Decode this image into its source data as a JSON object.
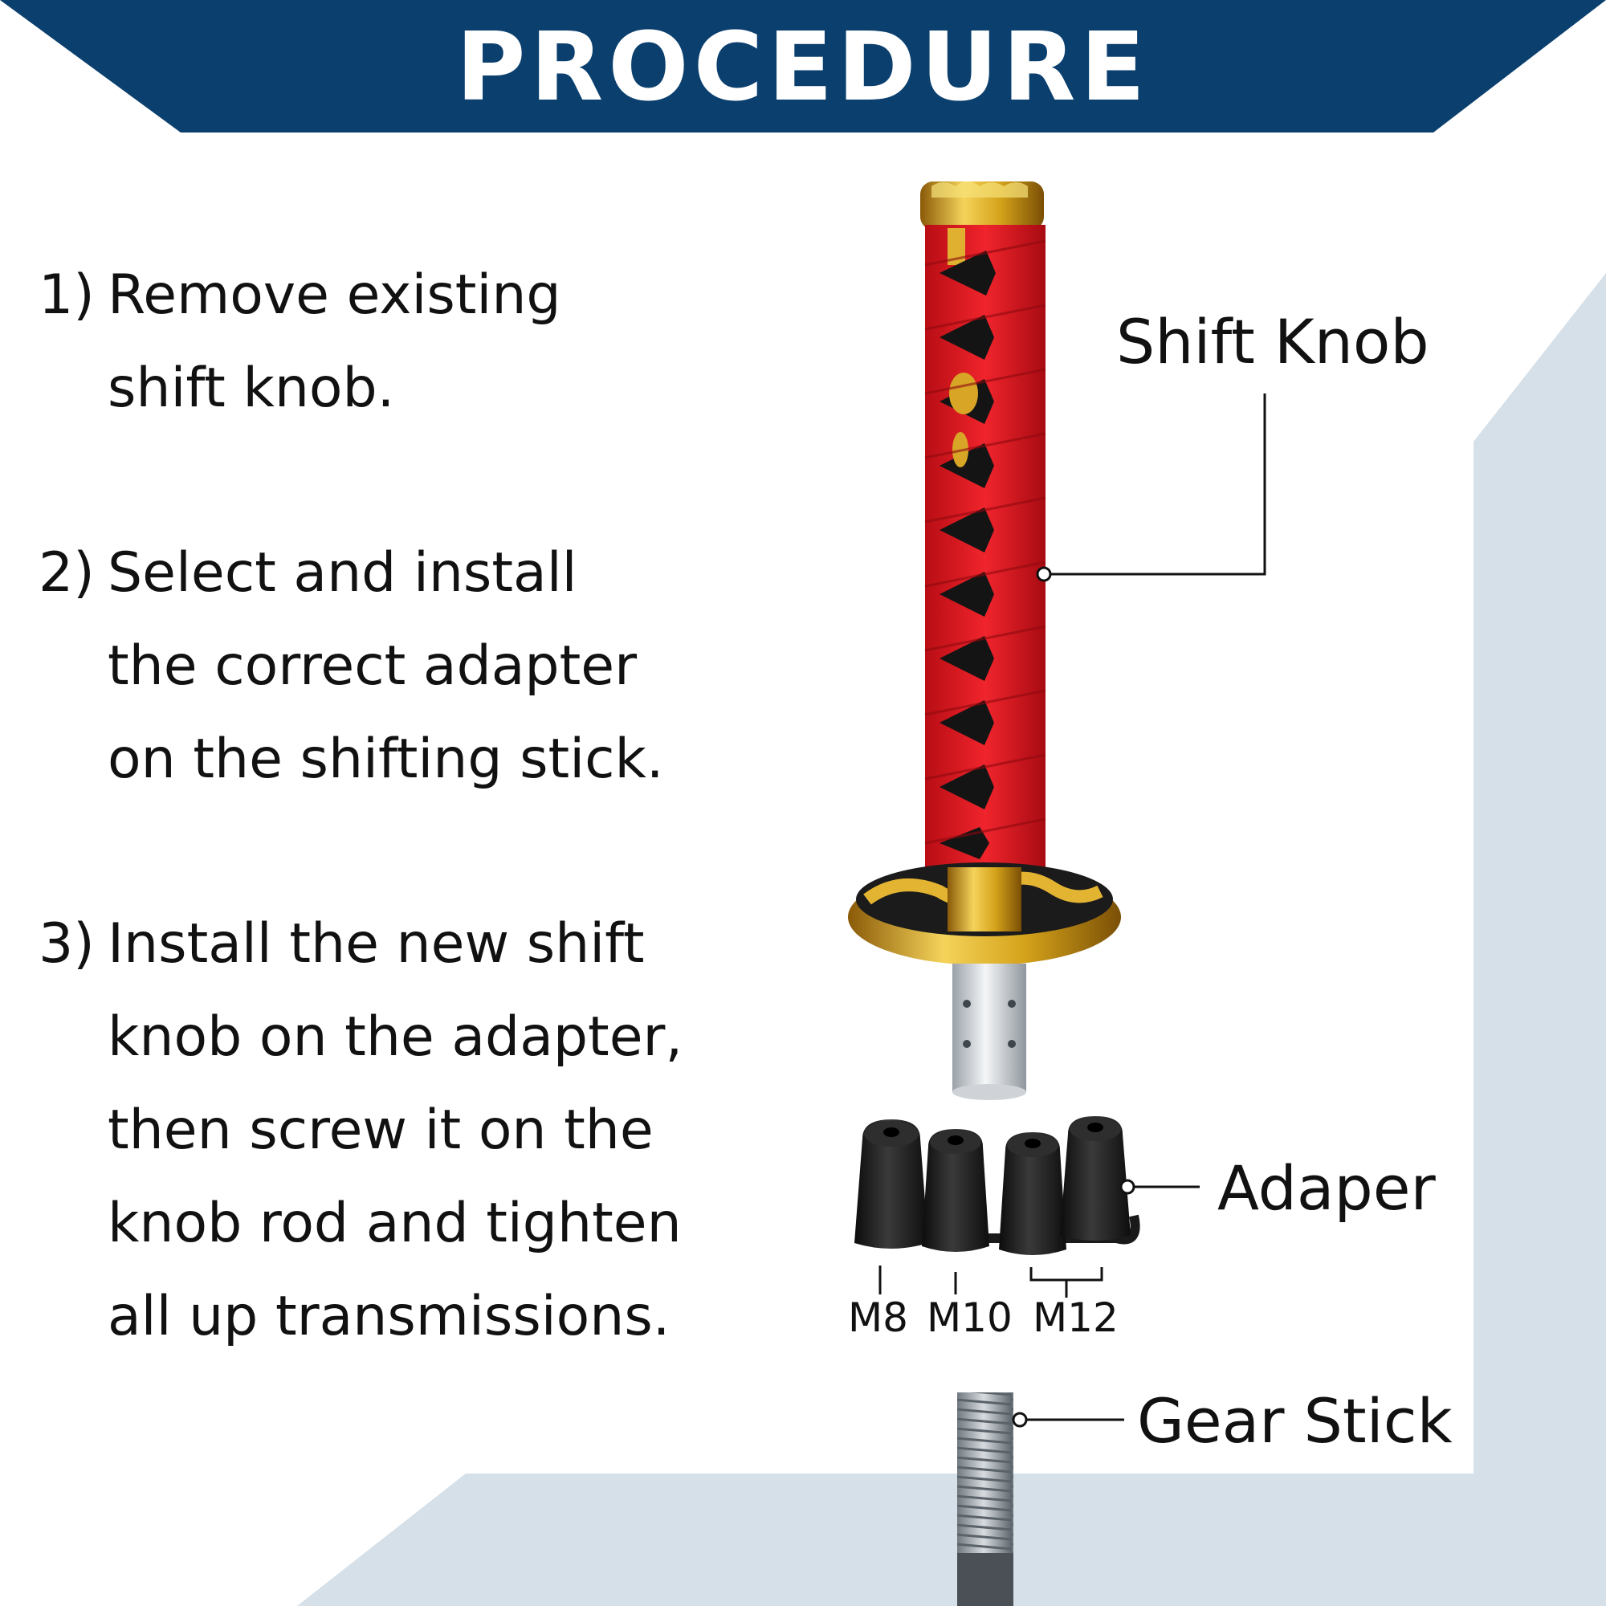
{
  "banner": {
    "title": "PROCEDURE"
  },
  "steps": [
    {
      "number": "1)",
      "lines": [
        "Remove existing",
        "shift knob."
      ]
    },
    {
      "number": "2)",
      "lines": [
        "Select and install",
        "the correct adapter",
        "on the shifting stick."
      ]
    },
    {
      "number": "3)",
      "lines": [
        "Install the new shift",
        "knob on the adapter,",
        "then screw it on the",
        "knob rod and tighten",
        "all up transmissions."
      ]
    }
  ],
  "callouts": {
    "shift_knob": "Shift Knob",
    "adapter": "Adaper",
    "gear_stick": "Gear Stick"
  },
  "adapter_sizes": [
    "M8",
    "M10",
    "M12"
  ],
  "colors": {
    "banner": "#0a3f6e",
    "backdrop": "#d6e0e8",
    "knob_wrap": "#e0161f",
    "knob_gold": "#d4a21a",
    "adapter": "#1c1c1c"
  }
}
